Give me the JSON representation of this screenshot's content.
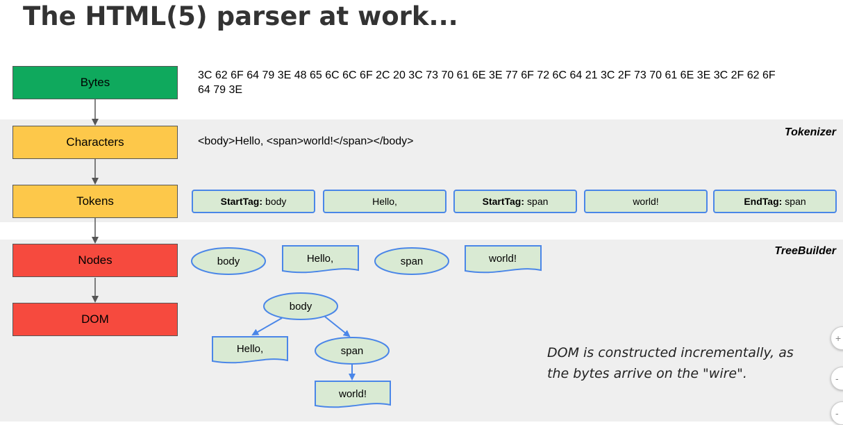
{
  "title": "The HTML(5) parser at work...",
  "stages": {
    "bytes": "Bytes",
    "characters": "Characters",
    "tokens": "Tokens",
    "nodes": "Nodes",
    "dom": "DOM"
  },
  "bytes_text": "3C 62 6F 64 79 3E 48 65 6C 6C 6F 2C 20 3C 73 70 61 6E 3E 77 6F 72 6C 64 21 3C 2F 73 70 61 6E 3E 3C 2F 62 6F 64 79 3E",
  "characters_text": "<body>Hello, <span>world!</span></body>",
  "tokenizer_label": "Tokenizer",
  "treebuilder_label": "TreeBuilder",
  "tokens": [
    {
      "kind": "StartTag:",
      "value": "body"
    },
    {
      "kind": "",
      "value": "Hello,"
    },
    {
      "kind": "StartTag:",
      "value": "span"
    },
    {
      "kind": "",
      "value": "world!"
    },
    {
      "kind": "EndTag:",
      "value": "span"
    }
  ],
  "nodes": [
    "body",
    "Hello,",
    "span",
    "world!"
  ],
  "dom": {
    "root": "body",
    "text1": "Hello,",
    "child": "span",
    "text2": "world!"
  },
  "note": "DOM is constructed incrementally, as the bytes arrive on the \"wire\".",
  "colors": {
    "bytes_stage": "#0fa95d",
    "tokenizer_stages": "#fdc84a",
    "treebuilder_stages": "#f64a3e",
    "node_fill": "#d9ead3",
    "node_border": "#4a86e8"
  }
}
